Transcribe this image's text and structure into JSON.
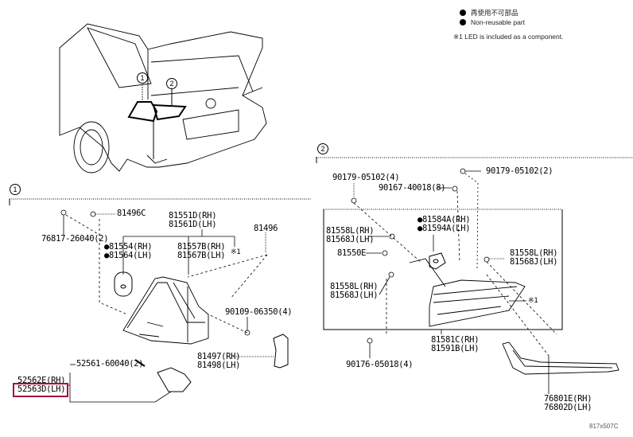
{
  "legend": {
    "items": [
      {
        "icon": "filled-circle",
        "text": "再使用不可部品"
      },
      {
        "icon": "filled-circle",
        "text": "Non-reusable part"
      }
    ],
    "note": "※1 LED is included as a component."
  },
  "callouts": {
    "one": "1",
    "two": "2"
  },
  "group1": {
    "parts": [
      {
        "id": "p76817",
        "lines": [
          "76817-26040(2)"
        ]
      },
      {
        "id": "p81496c",
        "lines": [
          "81496C"
        ]
      },
      {
        "id": "p81551",
        "lines": [
          "81551D(RH)",
          "81561D(LH)"
        ]
      },
      {
        "id": "p81496",
        "lines": [
          "81496"
        ]
      },
      {
        "id": "p81554",
        "lines": [
          "●81554(RH)",
          "●81564(LH)"
        ]
      },
      {
        "id": "p81557",
        "lines": [
          "81557B(RH)",
          "81567B(LH)"
        ]
      },
      {
        "id": "note1a",
        "lines": [
          "※1"
        ]
      },
      {
        "id": "p90109",
        "lines": [
          "90109-06350(4)"
        ]
      },
      {
        "id": "p81497",
        "lines": [
          "81497(RH)",
          "81498(LH)"
        ]
      },
      {
        "id": "p52561",
        "lines": [
          "52561-60040(2)"
        ]
      },
      {
        "id": "p52562",
        "lines": [
          "52562E(RH)",
          "52563D(LH)"
        ]
      }
    ],
    "highlighted": "52563D(LH)"
  },
  "group2": {
    "parts": [
      {
        "id": "p90179a",
        "lines": [
          "90179-05102(4)"
        ]
      },
      {
        "id": "p90167",
        "lines": [
          "90167-40018(8)"
        ]
      },
      {
        "id": "p90179b",
        "lines": [
          "90179-05102(2)"
        ]
      },
      {
        "id": "p81584",
        "lines": [
          "●81584A(RH)",
          "●81594A(LH)"
        ]
      },
      {
        "id": "p81558a",
        "lines": [
          "81558L(RH)",
          "81568J(LH)"
        ]
      },
      {
        "id": "p81550",
        "lines": [
          "81550E"
        ]
      },
      {
        "id": "p81558b",
        "lines": [
          "81558L(RH)",
          "81568J(LH)"
        ]
      },
      {
        "id": "p81558c",
        "lines": [
          "81558L(RH)",
          "81568J(LH)"
        ]
      },
      {
        "id": "note1b",
        "lines": [
          "※1"
        ]
      },
      {
        "id": "p81581",
        "lines": [
          "81581C(RH)",
          "81591B(LH)"
        ]
      },
      {
        "id": "p90176",
        "lines": [
          "90176-05018(4)"
        ]
      },
      {
        "id": "p76801",
        "lines": [
          "76801E(RH)",
          "76802D(LH)"
        ]
      }
    ]
  },
  "figure_ref": "817x507C"
}
